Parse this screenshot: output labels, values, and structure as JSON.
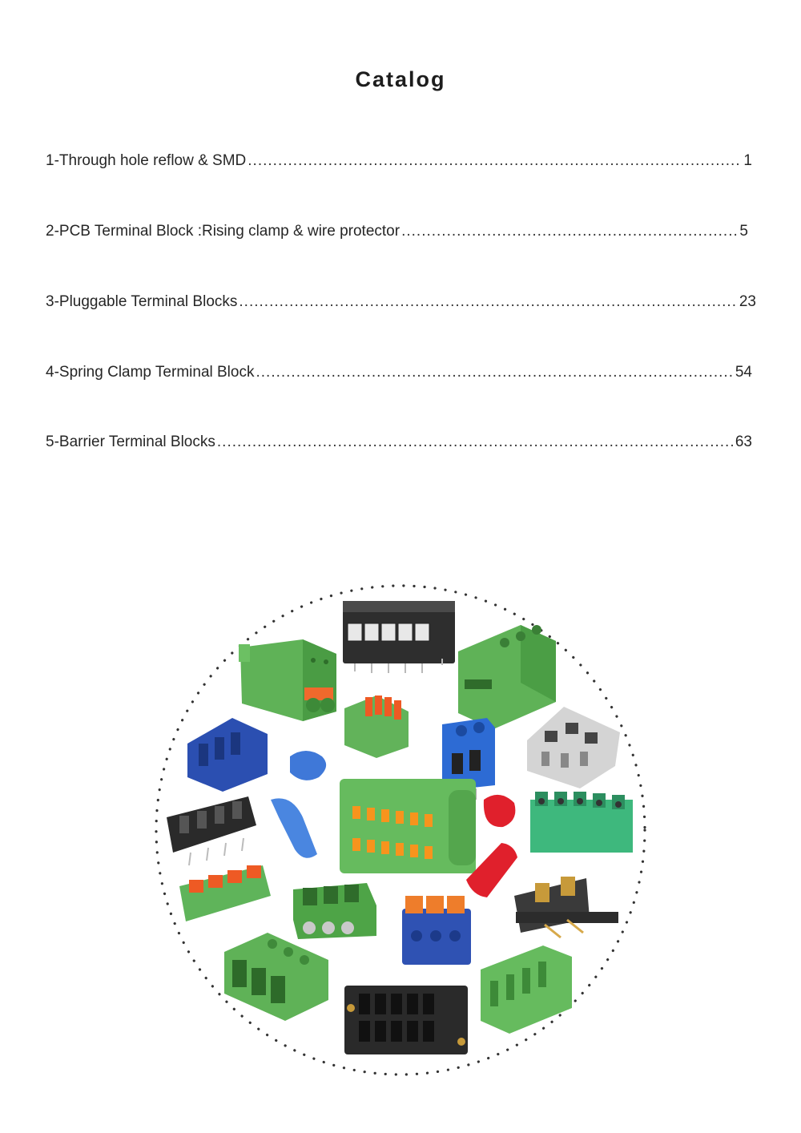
{
  "page_title": "Catalog",
  "toc": [
    {
      "label": "1-Through hole reflow & SMD",
      "page": "1"
    },
    {
      "label": "2-PCB Terminal Block :Rising clamp & wire protector",
      "page": "5"
    },
    {
      "label": "3-Pluggable Terminal Blocks",
      "page": "23"
    },
    {
      "label": "4-Spring Clamp Terminal Block",
      "page": "54"
    },
    {
      "label": "5-Barrier Terminal Blocks",
      "page": "63"
    }
  ],
  "colors": {
    "connector_green": "#66bb5e",
    "connector_blue": "#2f52b3",
    "clamp_orange": "#ee5a24",
    "housing_grey": "#d4d4d4",
    "housing_black": "#2a2a2a",
    "lever_red": "#e0202c"
  }
}
